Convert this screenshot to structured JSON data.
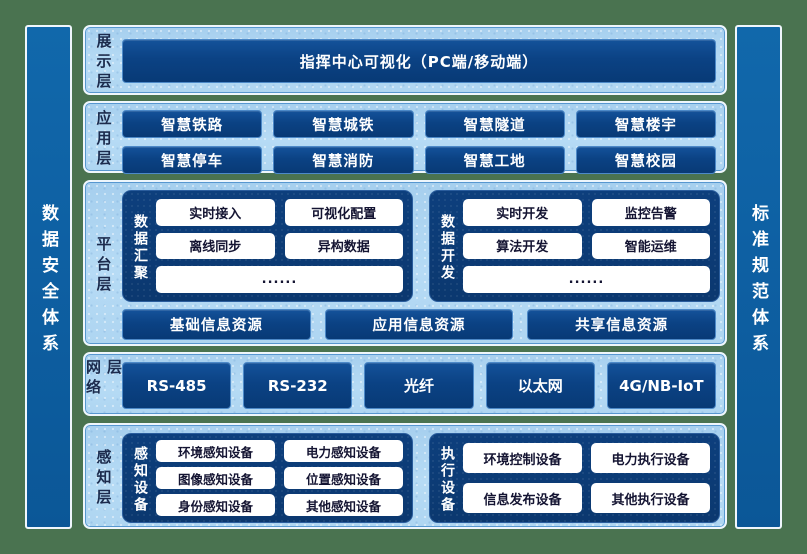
{
  "pillars": {
    "left": "数据安全体系",
    "right": "标准规范体系"
  },
  "layers": {
    "display": {
      "label": "展示层",
      "box": "指挥中心可视化（PC端/移动端）"
    },
    "application": {
      "label": "应用层",
      "items": [
        "智慧铁路",
        "智慧城铁",
        "智慧隧道",
        "智慧楼宇",
        "智慧停车",
        "智慧消防",
        "智慧工地",
        "智慧校园"
      ]
    },
    "platform": {
      "label": "平台层",
      "groups": [
        {
          "title": "数据汇聚",
          "items": [
            "实时接入",
            "可视化配置",
            "离线同步",
            "异构数据"
          ],
          "more": "......"
        },
        {
          "title": "数据开发",
          "items": [
            "实时开发",
            "监控告警",
            "算法开发",
            "智能运维"
          ],
          "more": "......"
        }
      ],
      "resources": [
        "基础信息资源",
        "应用信息资源",
        "共享信息资源"
      ]
    },
    "network": {
      "label": "网络层",
      "items": [
        "RS-485",
        "RS-232",
        "光纤",
        "以太网",
        "4G/NB-IoT"
      ]
    },
    "perception": {
      "label": "感知层",
      "groups": [
        {
          "title": "感知设备",
          "items": [
            "环境感知设备",
            "电力感知设备",
            "图像感知设备",
            "位置感知设备",
            "身份感知设备",
            "其他感知设备"
          ]
        },
        {
          "title": "执行设备",
          "items": [
            "环境控制设备",
            "电力执行设备",
            "信息发布设备",
            "其他执行设备"
          ]
        }
      ]
    }
  },
  "colors": {
    "background_green": "#4a7350",
    "pillar_blue": "#0f63a6",
    "panel_light_blue": "#aed5f1",
    "box_dark_blue": "#0a3f80",
    "group_navy": "#0c3b75",
    "panel_label_text": "#1c2b4d"
  }
}
